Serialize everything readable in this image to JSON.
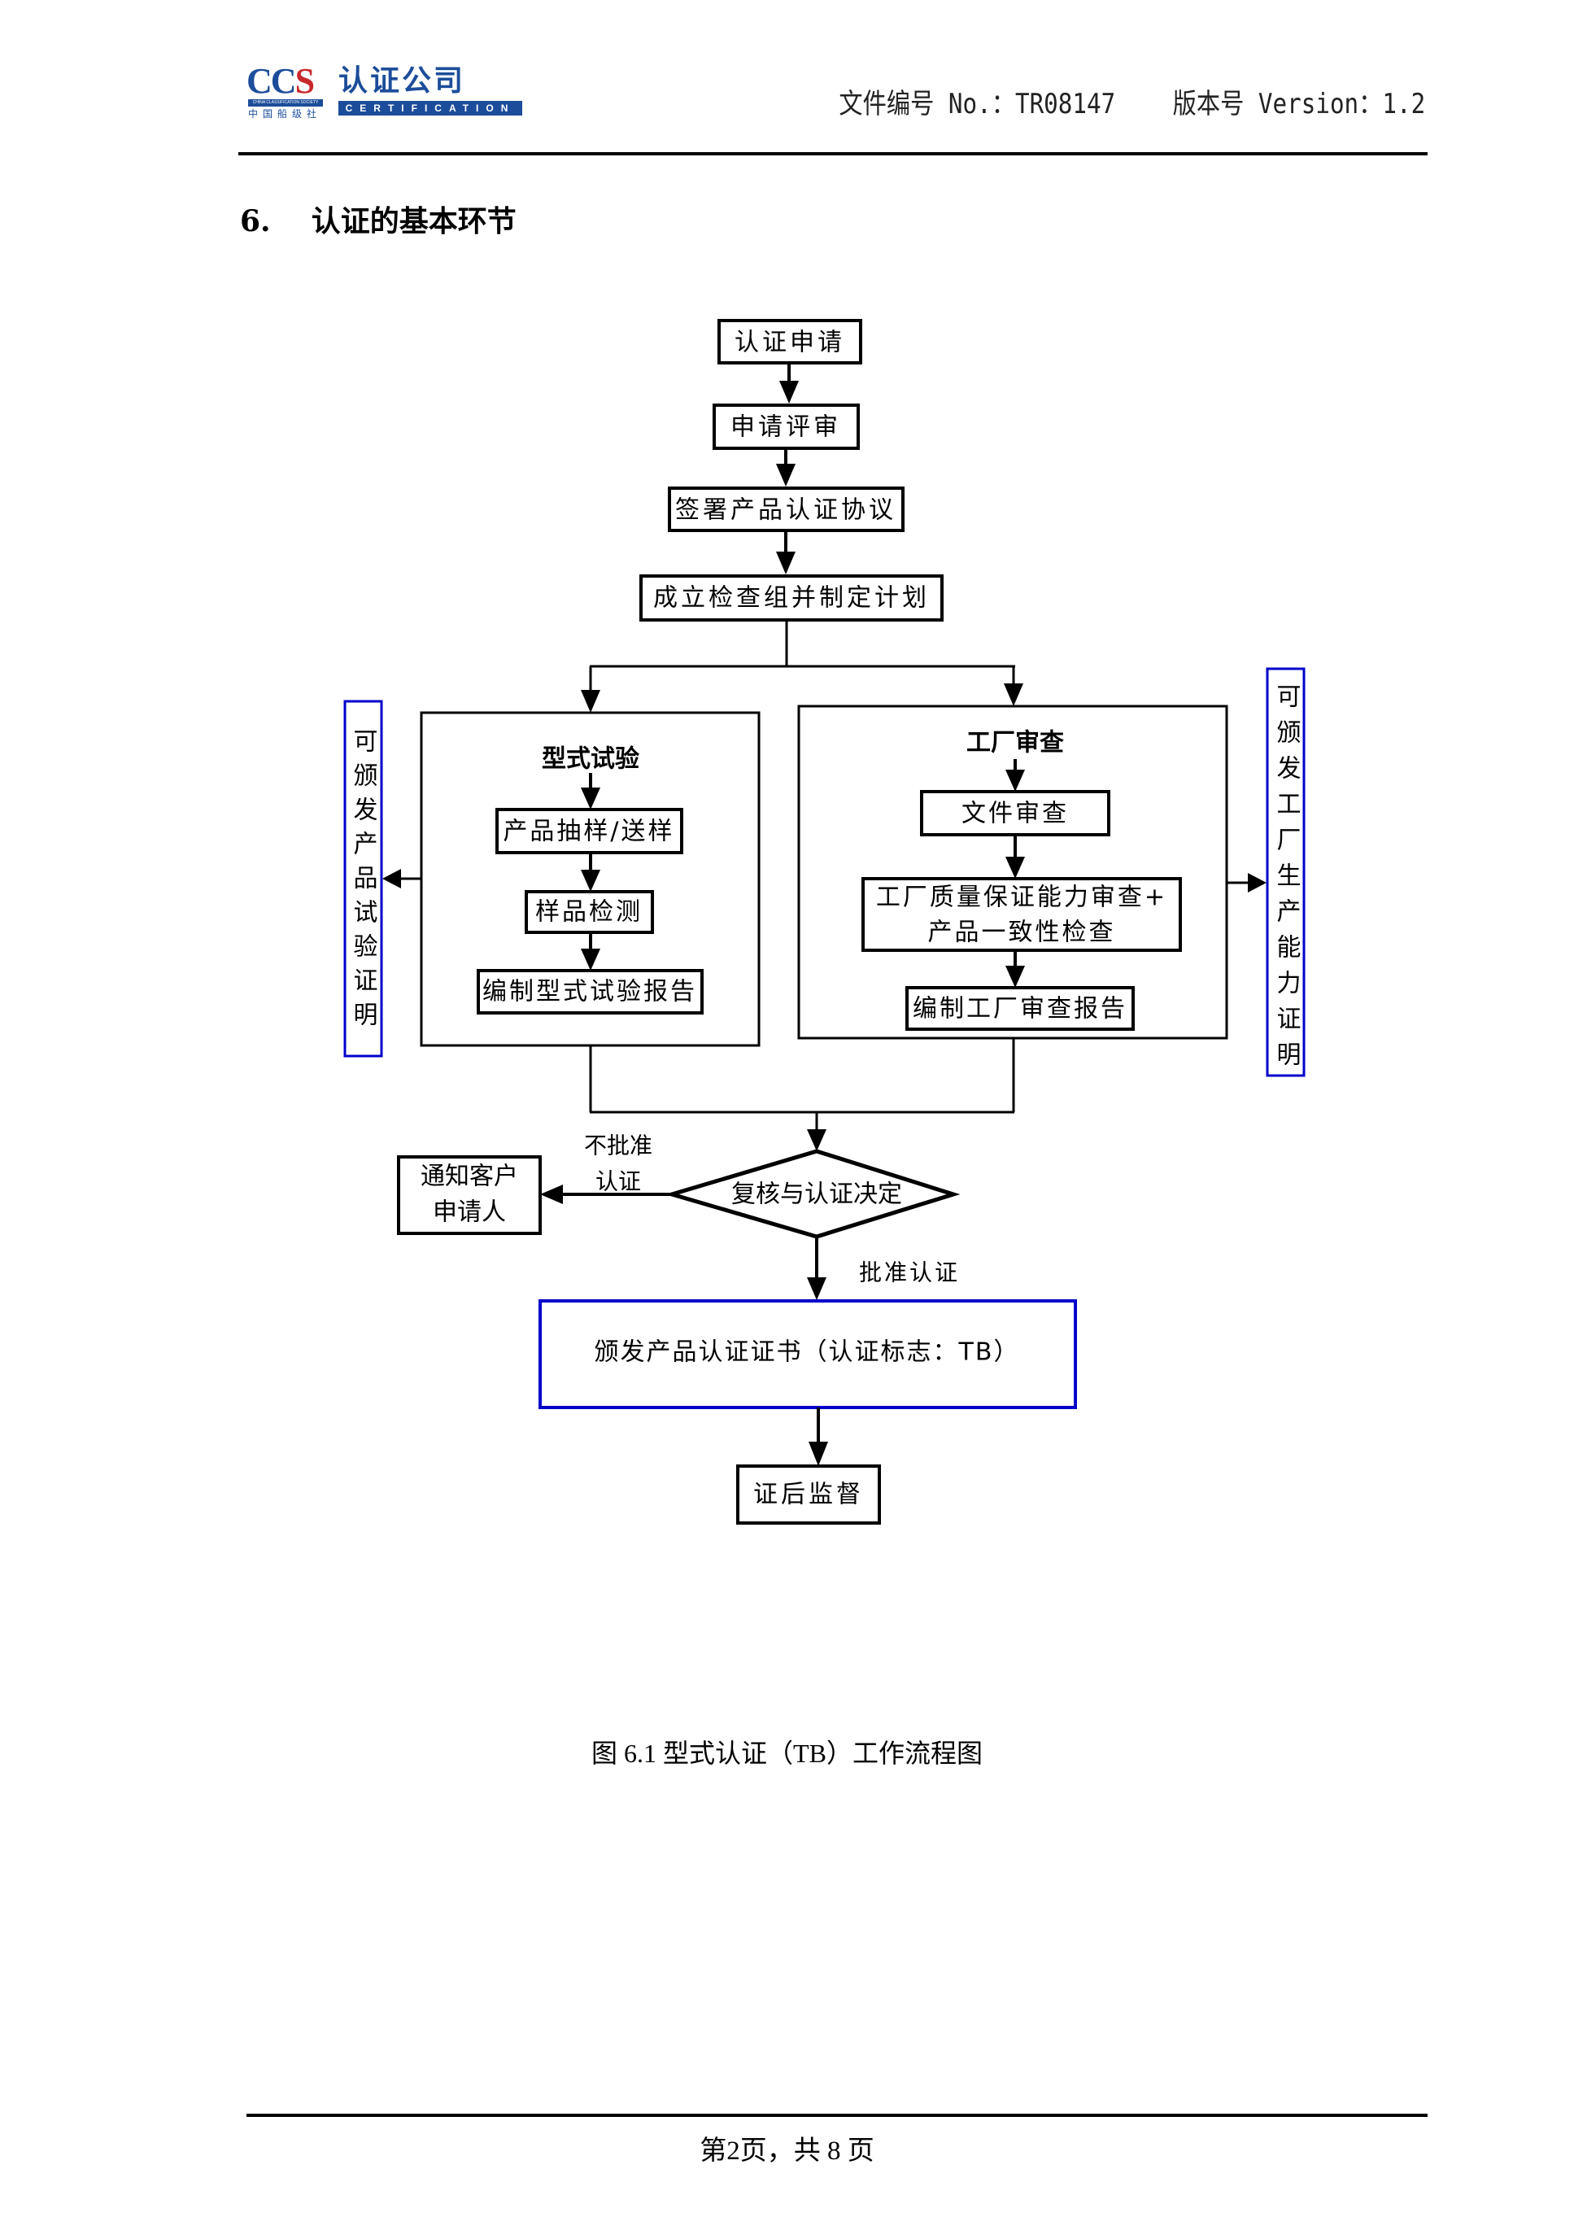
{
  "header": {
    "logo": {
      "abbr_main": "CC",
      "abbr_accent": "S",
      "band_text": "CHINA CLASSIFICATION SOCIETY",
      "org_cn": "中国船级社",
      "company_cn": "认证公司",
      "company_en": "CERTIFICATION"
    },
    "doc_info": "文件编号 No.：TR08147    版本号 Version：1.2"
  },
  "section": {
    "number": "6.",
    "title": "认证的基本环节"
  },
  "flowchart": {
    "colors": {
      "line": "#000000",
      "highlight": "#0000cc"
    },
    "steps": [
      "认证申请",
      "申请评审",
      "签署产品认证协议",
      "成立检查组并制定计划"
    ],
    "type_test": {
      "title": "型式试验",
      "steps": [
        "产品抽样/送样",
        "样品检测",
        "编制型式试验报告"
      ],
      "output": "可颁发产品试验证明"
    },
    "factory_audit": {
      "title": "工厂审查",
      "steps": [
        "文件审查",
        "工厂质量保证能力审查+",
        "产品一致性检查",
        "编制工厂审查报告"
      ],
      "output": "可颁发工厂生产能力证明"
    },
    "decision": "复核与认证决定",
    "reject_label_line1": "不批准",
    "reject_label_line2": "认证",
    "reject_target_line1": "通知客户",
    "reject_target_line2": "申请人",
    "approve_label": "批准认证",
    "certificate": "颁发产品认证证书（认证标志：TB）",
    "final_step": "证后监督"
  },
  "caption": "图 6.1  型式认证（TB）工作流程图",
  "footer": {
    "page_info": "第2页，共 8 页"
  }
}
